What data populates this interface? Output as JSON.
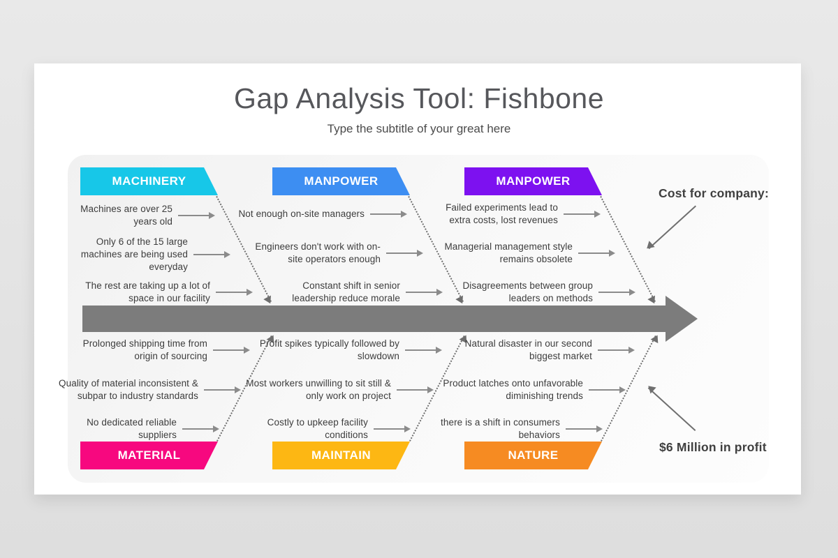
{
  "page": {
    "title": "Gap Analysis Tool: Fishbone",
    "subtitle": "Type the subtitle of your great here"
  },
  "effect": {
    "top_label": "Cost for company:",
    "bottom_label": "$6 Million in profit"
  },
  "colors": {
    "spine": "#7c7c7c",
    "bone": "#6e6e6e",
    "machinery": "#17c7e8",
    "manpower_blue": "#3d8ef2",
    "manpower_purple": "#7d11f0",
    "material": "#f7087f",
    "maintain": "#fdb713",
    "nature": "#f68b22"
  },
  "sections": [
    {
      "label": "MACHINERY",
      "color": "#17c7e8",
      "side": "top",
      "causes": [
        {
          "text": "Machines are over 25 years old"
        },
        {
          "text": "Only 6 of the 15 large machines are being used everyday"
        },
        {
          "text": "The rest are taking up a lot of space in our facility"
        }
      ]
    },
    {
      "label": "MANPOWER",
      "color": "#3d8ef2",
      "side": "top",
      "causes": [
        {
          "text": "Not enough on-site managers"
        },
        {
          "text": "Engineers don't work with on-site operators enough"
        },
        {
          "text": "Constant shift in senior leadership reduce morale"
        }
      ]
    },
    {
      "label": "MANPOWER",
      "color": "#7d11f0",
      "side": "top",
      "causes": [
        {
          "text": "Failed experiments lead to extra costs, lost revenues"
        },
        {
          "text": "Managerial management style remains obsolete"
        },
        {
          "text": "Disagreements between group leaders on methods"
        }
      ]
    },
    {
      "label": "MATERIAL",
      "color": "#f7087f",
      "side": "bottom",
      "causes": [
        {
          "text": "Prolonged shipping time from origin of sourcing"
        },
        {
          "text": "Quality of material inconsistent & subpar to industry standards"
        },
        {
          "text": "No dedicated reliable suppliers"
        }
      ]
    },
    {
      "label": "MAINTAIN",
      "color": "#fdb713",
      "side": "bottom",
      "causes": [
        {
          "text": "Profit spikes typically followed by slowdown"
        },
        {
          "text": "Most workers unwilling to sit still & only work on project"
        },
        {
          "text": "Costly to upkeep facility conditions"
        }
      ]
    },
    {
      "label": "NATURE",
      "color": "#f68b22",
      "side": "bottom",
      "causes": [
        {
          "text": "Natural disaster in our second biggest market"
        },
        {
          "text": "Product latches onto unfavorable diminishing trends"
        },
        {
          "text": "there is a shift in consumers behaviors"
        }
      ]
    }
  ]
}
